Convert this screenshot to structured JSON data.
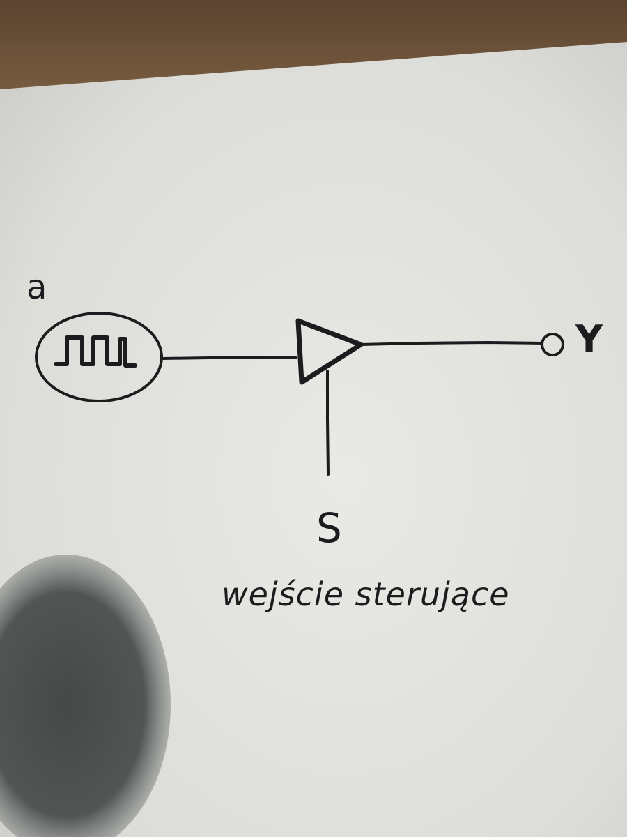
{
  "diagram": {
    "source_label": "a",
    "output_label": "Y",
    "control_label": "S",
    "control_caption": "wejście sterujące"
  },
  "colors": {
    "ink": "#1c1c1e",
    "paper": "#e6e7e3",
    "table_wood": "#6b5238",
    "shadow": "#4a4d4b"
  }
}
